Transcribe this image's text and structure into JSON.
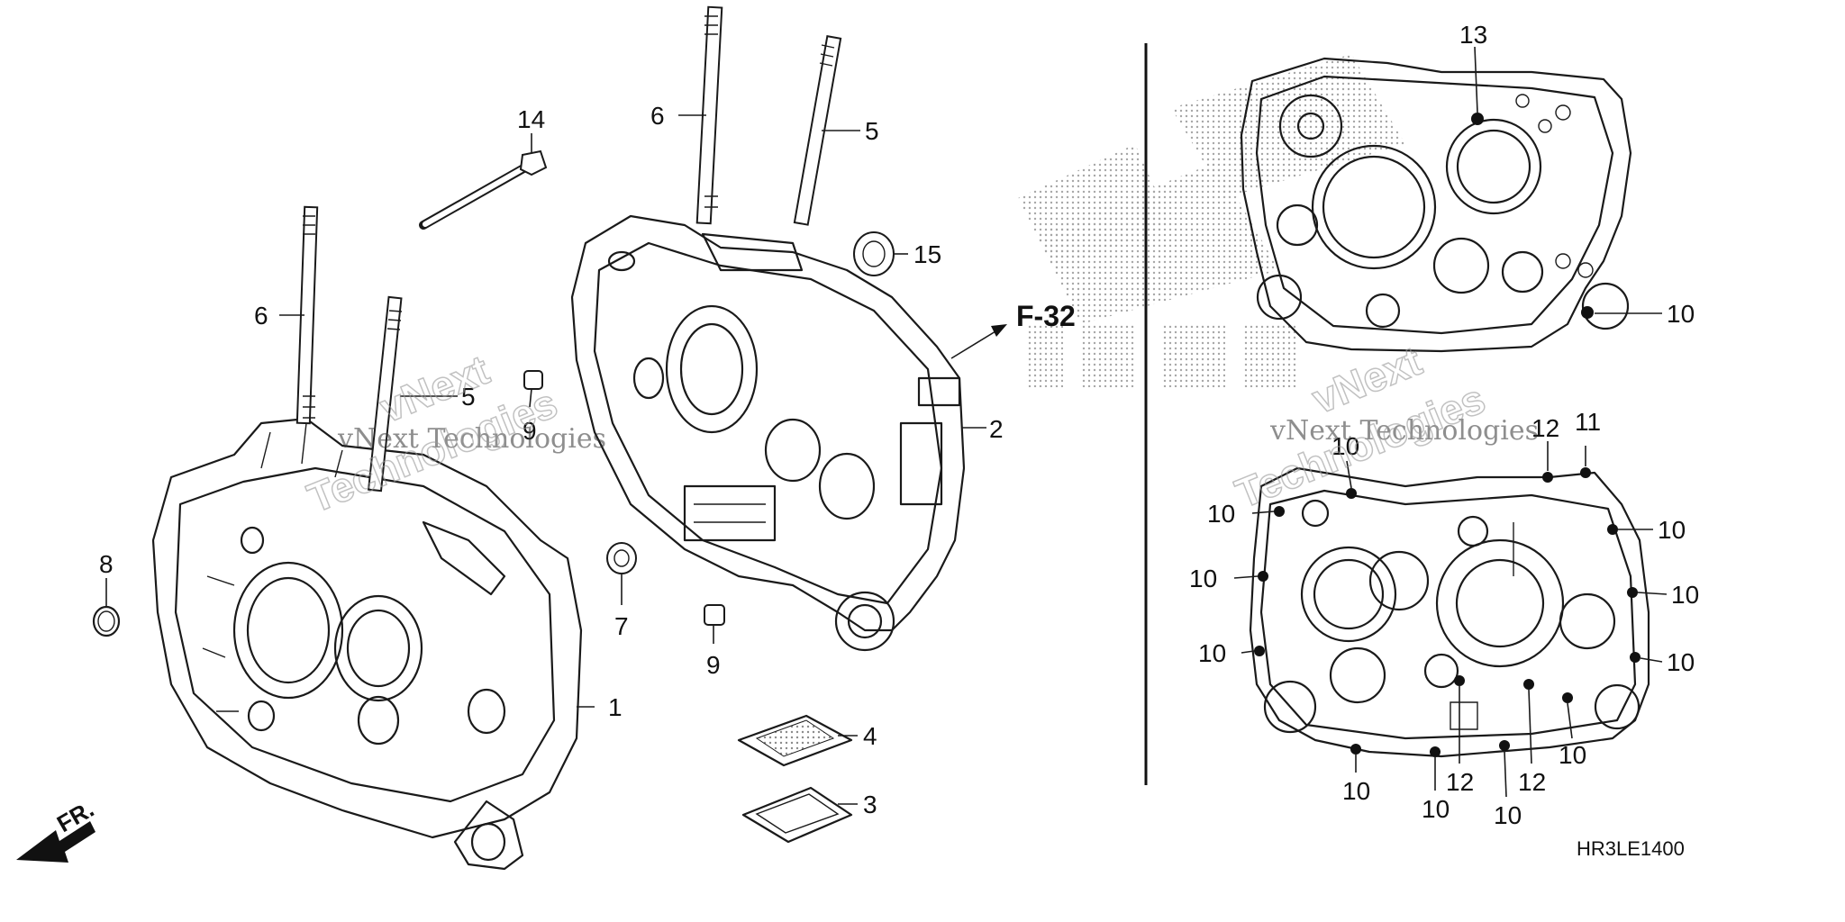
{
  "callouts": {
    "c1": "1",
    "c2": "2",
    "c3": "3",
    "c4": "4",
    "c5a": "5",
    "c5b": "5",
    "c6a": "6",
    "c6b": "6",
    "c7": "7",
    "c8": "8",
    "c9a": "9",
    "c9b": "9",
    "c14": "14",
    "c15": "15",
    "r13": "13",
    "r10a": "10",
    "r12a": "12",
    "r11": "11",
    "r10b": "10",
    "r10l1": "10",
    "r10l2": "10",
    "r10l3": "10",
    "r10r1": "10",
    "r10r2": "10",
    "r10r3": "10",
    "r10r4": "10",
    "r10b1": "10",
    "r10b2": "10",
    "r10b3": "10",
    "r12b": "12",
    "r12c": "12"
  },
  "reference": "F-32",
  "front_label": "FR.",
  "diagram_code": "HR3LE1400",
  "watermark": {
    "line1": "vNext Technologies",
    "line2": "vNext",
    "line3": "Technologies"
  },
  "colors": {
    "ink": "#1a1a1a",
    "background": "#ffffff",
    "watermark": "#999999"
  }
}
